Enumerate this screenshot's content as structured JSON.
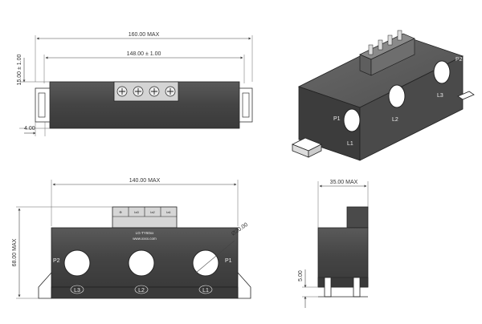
{
  "dimensions": {
    "top_overall_length": "160.00 MAX",
    "top_mounting_pitch": "148.00 ± 1.00",
    "top_height": "15.00 ± 1.00",
    "top_foot_width": "4.00",
    "front_width": "140.00 MAX",
    "front_height": "68.00 MAX",
    "hole_diameter": "Ø20.00",
    "side_depth": "35.00 MAX",
    "side_foot_height": "5.00"
  },
  "labels": {
    "pin_left": "P2",
    "pin_right": "P1",
    "holes": [
      "L3",
      "L2",
      "L1"
    ],
    "model": "LG-TY60xx",
    "website": "www.xxxx.com",
    "terminals": [
      "⊕",
      "Ia3",
      "Ia2",
      "Ia1"
    ],
    "iso_pin_left": "P1",
    "iso_pin_right": "P2",
    "iso_holes": [
      "L1",
      "L2",
      "L3"
    ]
  },
  "colors": {
    "body": "#4a4a4a",
    "body_dark": "#2e2e2e",
    "terminal": "#cfcfcf",
    "line": "#444444"
  }
}
